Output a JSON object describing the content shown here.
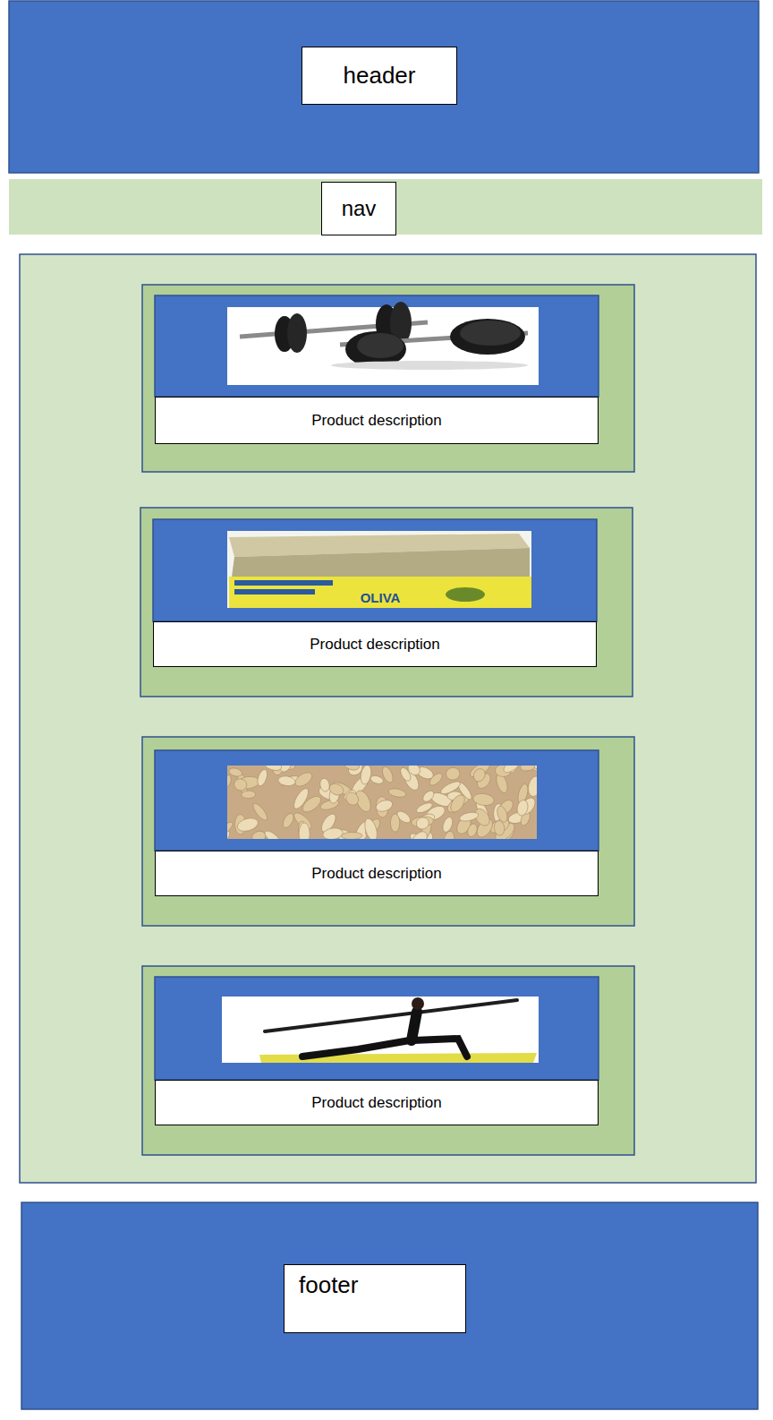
{
  "diagram": {
    "nodes": [
      {
        "text": [
          "header"
        ]
      },
      {
        "text": [
          "nav"
        ]
      },
      {
        "text": [
          "Product description"
        ]
      },
      {
        "text": [
          "Product description"
        ]
      },
      {
        "text": [
          "Product description"
        ]
      },
      {
        "text": [
          "Product description"
        ]
      },
      {
        "text": [
          "footer"
        ]
      }
    ],
    "labels": [
      "OLIVA"
    ]
  }
}
